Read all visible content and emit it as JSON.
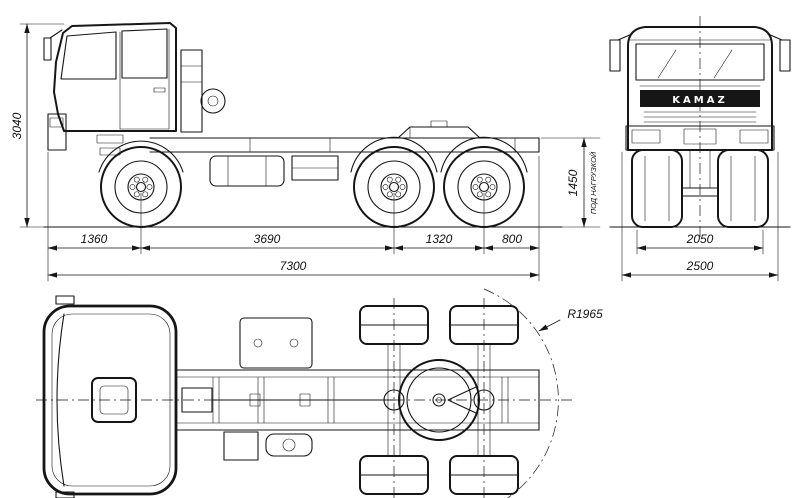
{
  "colors": {
    "ink": "#161616",
    "paper": "#ffffff"
  },
  "side_view": {
    "overall_height": "3040",
    "front_overhang": "1360",
    "wheelbase": "3690",
    "tandem_spacing": "1320",
    "rear_overhang": "800",
    "overall_length": "7300",
    "saddle_height": "1450",
    "saddle_height_note": "ПОД НАГРУЗКОЙ"
  },
  "front_view": {
    "brand_label": "KAMAZ",
    "track_width": "2050",
    "overall_width": "2500"
  },
  "top_view": {
    "turning_radius": "R1965"
  }
}
